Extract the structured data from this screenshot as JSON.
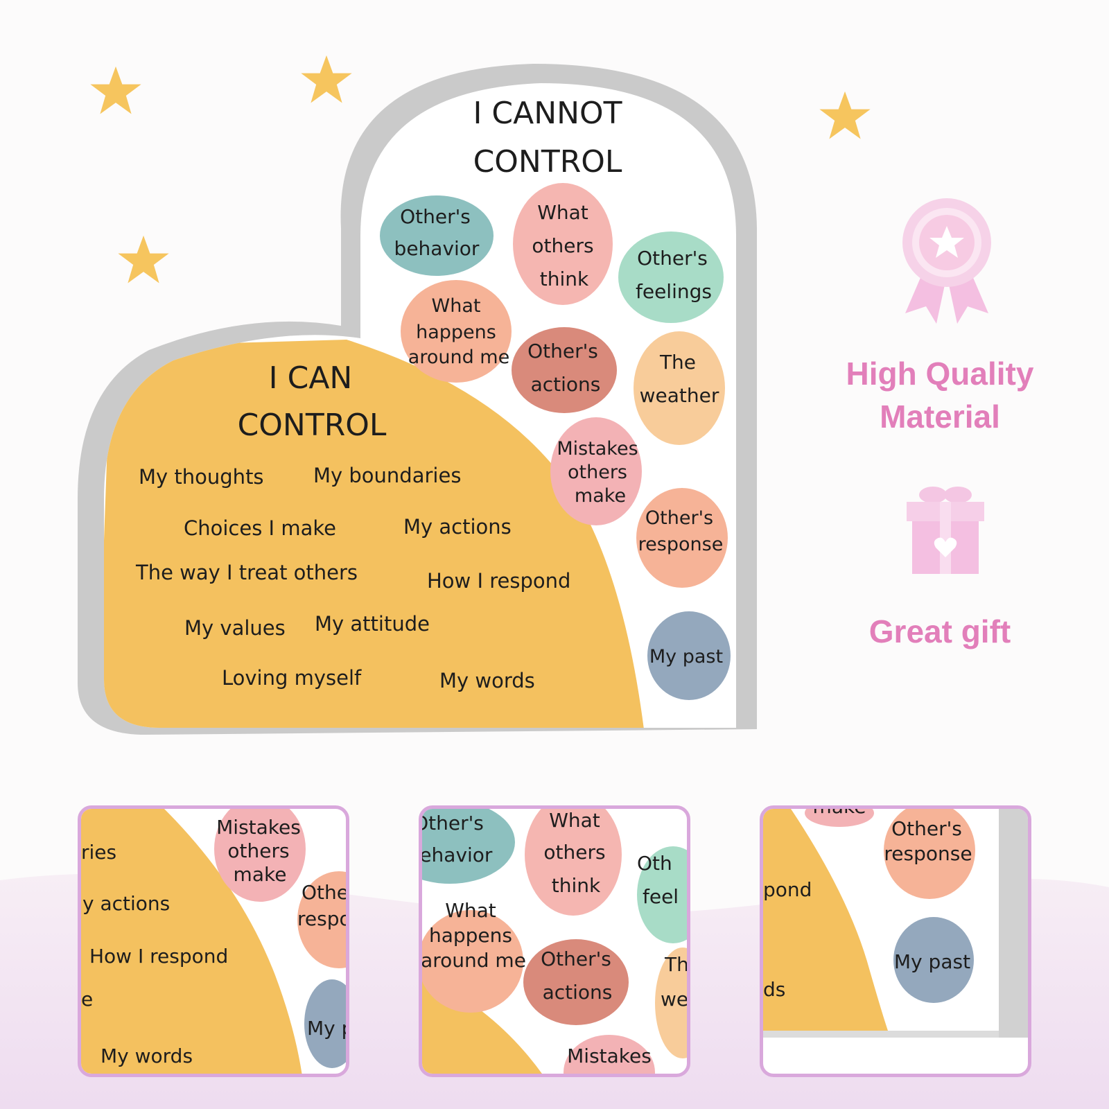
{
  "colors": {
    "accent": "#e27fba",
    "yellow": "#f4c15f",
    "teal": "#8dc0bf",
    "pink": "#f5b6b1",
    "mint": "#a8dcc7",
    "salmon": "#f6b397",
    "rust": "#d98a7b",
    "peach": "#f8cc9a",
    "rose": "#f3b2b5",
    "slate": "#94a8bd"
  },
  "product": {
    "cannot_title_1": "I CANNOT",
    "cannot_title_2": "CONTROL",
    "can_title_1": "I CAN",
    "can_title_2": "CONTROL",
    "can_items": [
      "My thoughts",
      "My boundaries",
      "Choices I make",
      "My actions",
      "The way I treat others",
      "How I respond",
      "My values",
      "My attitude",
      "Loving myself",
      "My words"
    ],
    "cannot_items": [
      {
        "lines": [
          "Other's",
          "behavior"
        ]
      },
      {
        "lines": [
          "What",
          "others",
          "think"
        ]
      },
      {
        "lines": [
          "Other's",
          "feelings"
        ]
      },
      {
        "lines": [
          "What",
          "happens",
          "around me"
        ]
      },
      {
        "lines": [
          "Other's",
          "actions"
        ]
      },
      {
        "lines": [
          "The",
          "weather"
        ]
      },
      {
        "lines": [
          "Mistakes",
          "others",
          "make"
        ]
      },
      {
        "lines": [
          "Other's",
          "response"
        ]
      },
      {
        "lines": [
          "My past"
        ]
      }
    ]
  },
  "features": {
    "quality_1": "High Quality",
    "quality_2": "Material",
    "gift": "Great gift"
  },
  "thumbnails": [
    {
      "texts": [
        "Mistakes",
        "others",
        "make",
        "ries",
        "y actions",
        "How I respond",
        "e",
        "My words",
        "Othe",
        "respo",
        "My p"
      ]
    },
    {
      "texts": [
        "Other's",
        "behavior",
        "What",
        "others",
        "think",
        "What",
        "happens",
        "around me",
        "Other's",
        "actions",
        "Oth",
        "feel",
        "Th",
        "wea",
        "Mistakes"
      ]
    },
    {
      "texts": [
        "make",
        "Other's",
        "response",
        "pond",
        "My past",
        "ds"
      ]
    }
  ]
}
